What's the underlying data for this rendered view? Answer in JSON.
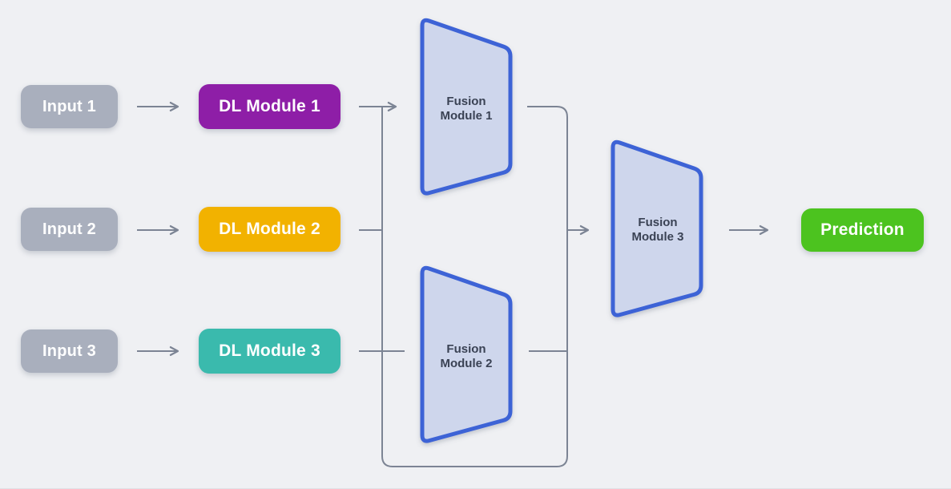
{
  "diagram": {
    "background_color": "#EFF0F3",
    "line_color": "#7C8494",
    "inputs": [
      {
        "id": "input-1",
        "label": "Input 1",
        "color": "#A9AFBD"
      },
      {
        "id": "input-2",
        "label": "Input 2",
        "color": "#A9AFBD"
      },
      {
        "id": "input-3",
        "label": "Input 3",
        "color": "#A9AFBD"
      }
    ],
    "dl_modules": [
      {
        "id": "dl-module-1",
        "label": "DL Module 1",
        "color": "#8E1EA7"
      },
      {
        "id": "dl-module-2",
        "label": "DL Module 2",
        "color": "#F2B200"
      },
      {
        "id": "dl-module-3",
        "label": "DL Module 3",
        "color": "#3ABAAD"
      }
    ],
    "fusion_modules": [
      {
        "id": "fusion-module-1",
        "label": "Fusion\nModule 1"
      },
      {
        "id": "fusion-module-2",
        "label": "Fusion\nModule 2"
      },
      {
        "id": "fusion-module-3",
        "label": "Fusion\nModule 3"
      }
    ],
    "fusion_style": {
      "fill": "#CED6EC",
      "border": "#3E63D6",
      "text_color": "#3A4254"
    },
    "prediction": {
      "id": "prediction",
      "label": "Prediction",
      "color": "#4CC31F"
    },
    "edges": [
      {
        "from": "input-1",
        "to": "dl-module-1"
      },
      {
        "from": "input-2",
        "to": "dl-module-2"
      },
      {
        "from": "input-3",
        "to": "dl-module-3"
      },
      {
        "from": "dl-module-1",
        "to": "fusion-modules-1-and-2-bus"
      },
      {
        "from": "dl-module-2",
        "to": "fusion-modules-1-and-2-bus"
      },
      {
        "from": "dl-module-3",
        "to": "fusion-modules-1-and-2-bus"
      },
      {
        "from": "fusion-module-1",
        "to": "fusion-module-3"
      },
      {
        "from": "fusion-module-2",
        "to": "fusion-module-3"
      },
      {
        "from": "fusion-module-3",
        "to": "prediction"
      }
    ]
  }
}
